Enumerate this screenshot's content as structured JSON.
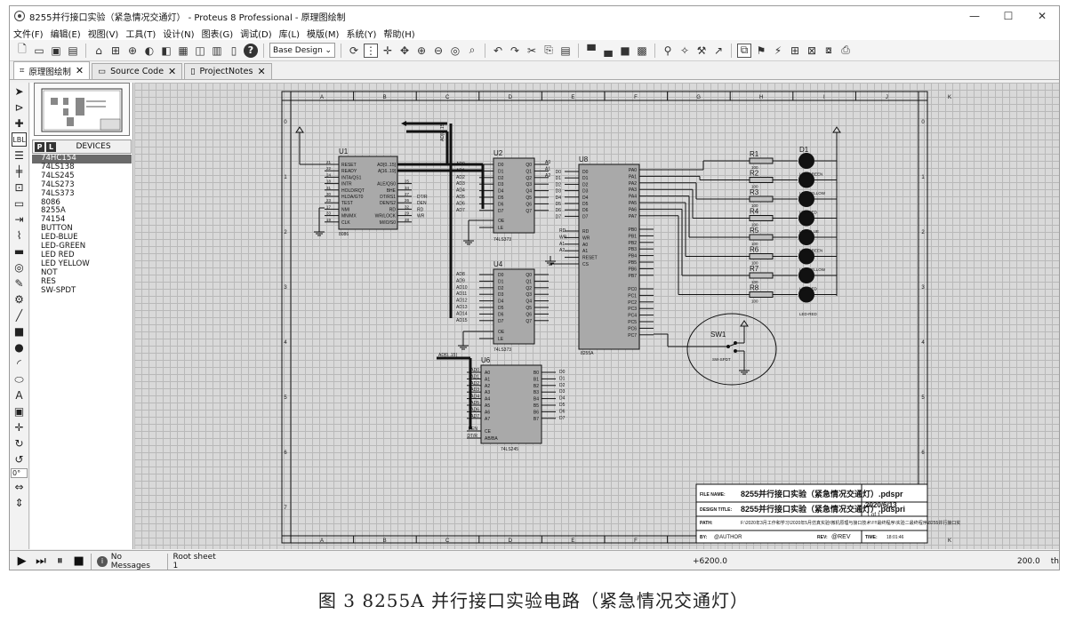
{
  "window": {
    "title": "8255并行接口实验（紧急情况交通灯） - Proteus 8 Professional - 原理图绘制",
    "minimize": "—",
    "maximize": "☐",
    "close": "✕"
  },
  "menu": [
    "文件(F)",
    "编辑(E)",
    "视图(V)",
    "工具(T)",
    "设计(N)",
    "图表(G)",
    "调试(D)",
    "库(L)",
    "模版(M)",
    "系统(Y)",
    "帮助(H)"
  ],
  "toolbar": {
    "variant_select": "Base Design",
    "help_glyph": "?"
  },
  "tabs": [
    {
      "label": "原理图绘制",
      "close": "✕",
      "active": true
    },
    {
      "label": "Source Code",
      "close": "✕",
      "active": false
    },
    {
      "label": "ProjectNotes",
      "close": "✕",
      "active": false
    }
  ],
  "panel": {
    "p_button": "P",
    "l_button": "L",
    "title": "DEVICES",
    "devices": [
      "74HC154",
      "74LS138",
      "74LS245",
      "74LS273",
      "74LS373",
      "8086",
      "8255A",
      "74154",
      "BUTTON",
      "LED-BLUE",
      "LED-GREEN",
      "LED RED",
      "LED YELLOW",
      "NOT",
      "RES",
      "SW-SPDT"
    ],
    "selected_index": 0
  },
  "left_tools": {
    "rotate_value": "0°"
  },
  "schematic": {
    "cols": [
      "A",
      "B",
      "C",
      "D",
      "E",
      "F",
      "G",
      "H",
      "I",
      "J",
      "K"
    ],
    "rows": [
      "0",
      "1",
      "2",
      "3",
      "4",
      "5",
      "6",
      "7"
    ],
    "u1": {
      "ref": "U1",
      "part": "8086",
      "left_pins": [
        "RESET",
        "READY",
        "INTA/QS1",
        "INTR",
        "HOLD/RQT",
        "HLDA/GT0",
        "TEST",
        "NMI",
        "MN/MX",
        "CLK"
      ],
      "left_nums": [
        "21",
        "22",
        "24",
        "18",
        "31",
        "30",
        "23",
        "17",
        "33",
        "19"
      ],
      "right_pins": [
        "AD[0..15]",
        "A[16..19]",
        "",
        "ALE/QS0",
        "BHE",
        "DT/RS1",
        "DEN/S2",
        "RD",
        "WR/LOCK",
        "M/IO/S0"
      ],
      "right_nums": [
        "",
        "",
        "",
        "25",
        "34",
        "27",
        "26",
        "32",
        "29",
        "28"
      ],
      "ext_labels": [
        "",
        "",
        "",
        "",
        "",
        "DT/R",
        "DEN",
        "RD",
        "WR",
        ""
      ]
    },
    "u2": {
      "ref": "U2",
      "part": "74LS373",
      "in_pins": [
        "D0",
        "D1",
        "D2",
        "D3",
        "D4",
        "D5",
        "D6",
        "D7"
      ],
      "out_pins": [
        "Q0",
        "Q1",
        "Q2",
        "Q3",
        "Q4",
        "Q5",
        "Q6",
        "Q7"
      ],
      "in_labels": [
        "AD0",
        "AD1",
        "AD2",
        "AD3",
        "AD4",
        "AD5",
        "AD6",
        "AD7"
      ],
      "out_labels": [
        "A0",
        "A1",
        "A2",
        "",
        "",
        "",
        "",
        ""
      ],
      "ctrl": [
        "OE",
        "LE"
      ]
    },
    "u4": {
      "ref": "U4",
      "part": "74LS373",
      "in_pins": [
        "D0",
        "D1",
        "D2",
        "D3",
        "D4",
        "D5",
        "D6",
        "D7"
      ],
      "out_pins": [
        "Q0",
        "Q1",
        "Q2",
        "Q3",
        "Q4",
        "Q5",
        "Q6",
        "Q7"
      ],
      "in_labels": [
        "AD8",
        "AD9",
        "AD10",
        "AD11",
        "AD12",
        "AD13",
        "AD14",
        "AD15"
      ],
      "ctrl": [
        "OE",
        "LE"
      ]
    },
    "u6": {
      "ref": "U6",
      "part": "74LS245",
      "a_pins": [
        "A0",
        "A1",
        "A2",
        "A3",
        "A4",
        "A5",
        "A6",
        "A7"
      ],
      "b_pins": [
        "B0",
        "B1",
        "B2",
        "B3",
        "B4",
        "B5",
        "B6",
        "B7"
      ],
      "in_labels": [
        "AD0",
        "AD1",
        "AD2",
        "AD3",
        "AD4",
        "AD5",
        "AD6",
        "AD7"
      ],
      "out_labels": [
        "D0",
        "D1",
        "D2",
        "D3",
        "D4",
        "D5",
        "D6",
        "D7"
      ],
      "ctrl": [
        "CE",
        "AB/BA"
      ],
      "ctrl_labels": [
        "DEN",
        "DT/R"
      ],
      "bus_label": "AD[0..15]"
    },
    "u8": {
      "ref": "U8",
      "part": "8255A",
      "d_pins": [
        "D0",
        "D1",
        "D2",
        "D3",
        "D4",
        "D5",
        "D6",
        "D7"
      ],
      "d_labels": [
        "D0",
        "D1",
        "D2",
        "D3",
        "D4",
        "D5",
        "D6",
        "D7"
      ],
      "ctrl_pins": [
        "RD",
        "WR",
        "A0",
        "A1",
        "RESET",
        "CS"
      ],
      "ctrl_labels": [
        "RD",
        "WR",
        "A1",
        "A2",
        "",
        ""
      ],
      "pa": [
        "PA0",
        "PA1",
        "PA2",
        "PA3",
        "PA4",
        "PA5",
        "PA6",
        "PA7"
      ],
      "pb": [
        "PB0",
        "PB1",
        "PB2",
        "PB3",
        "PB4",
        "PB5",
        "PB6",
        "PB7"
      ],
      "pc": [
        "PC0",
        "PC1",
        "PC2",
        "PC3",
        "PC4",
        "PC5",
        "PC6",
        "PC7"
      ]
    },
    "resistors": [
      "R1",
      "R2",
      "R3",
      "R4",
      "R5",
      "R6",
      "R7",
      "R8"
    ],
    "res_value": "100",
    "leds": [
      "D1"
    ],
    "led_labels": [
      "LED-GREEN",
      "LED-YELLOW",
      "LED-RED",
      "LED-BLUE",
      "LED-GREEN",
      "LED-YELLOW",
      "LED-RED"
    ],
    "switch": {
      "ref": "SW1",
      "part": "SW-SPDT"
    },
    "titleblock": {
      "file_label": "FILE NAME:",
      "file_value": "8255并行接口实验（紧急情况交通灯）.pdspr",
      "design_label": "DESIGN TITLE:",
      "design_value": "8255并行接口实验（紧急情况交通灯）.pdspri",
      "path_label": "PATH:",
      "path_value": "F:\\2020年3月工作和学习\\2020年5月仿真实验\\微机原理与接口技术\\!!!!最终程序\\实验二最终程序\\8255并行接口实",
      "by_label": "BY:",
      "by_value": "@AUTHOR",
      "rev_label": "REV:",
      "rev_value": "@REV",
      "time_label": "TIME:",
      "time_value": "18:01:46",
      "date_value": "2020/6/13",
      "page_value": "1 of 1"
    }
  },
  "status": {
    "messages": "No Messages",
    "sheet": "Root sheet 1",
    "coord_x": "+6200.0",
    "coord_y": "200.0",
    "unit_hint": "th"
  },
  "caption": "图 3   8255A 并行接口实验电路（紧急情况交通灯）"
}
